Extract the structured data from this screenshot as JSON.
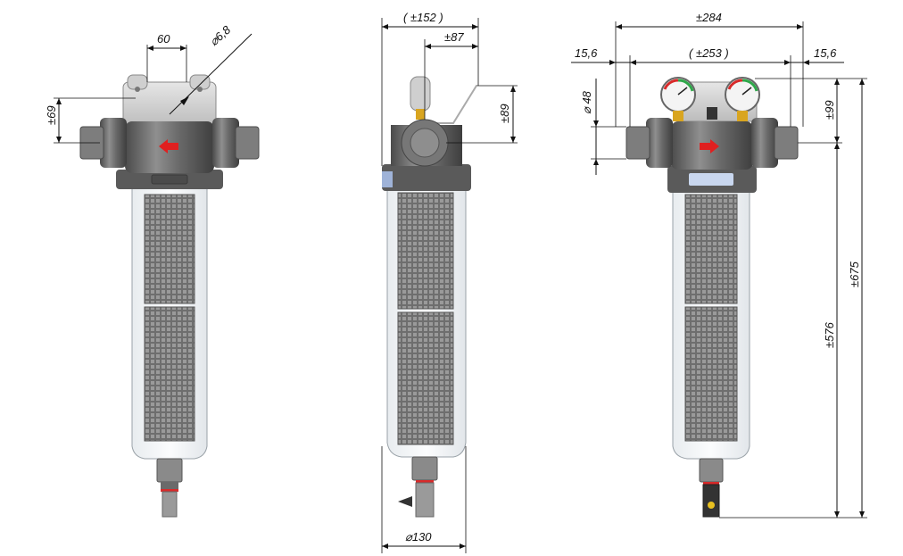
{
  "diagram": {
    "views": [
      {
        "id": "front-view",
        "dimensions": {
          "bracket_width": "60",
          "hole_diameter": "⌀6,8",
          "mount_height": "±69"
        }
      },
      {
        "id": "side-view",
        "dimensions": {
          "overall_depth": "( ±152 )",
          "bracket_depth": "±87",
          "bracket_height": "±89",
          "bowl_diameter": "⌀130"
        }
      },
      {
        "id": "gauge-view",
        "dimensions": {
          "overall_width": "±284",
          "thread_length_left": "15,6",
          "thread_length_right": "15,6",
          "port_spacing": "( ±253 )",
          "port_diameter": "⌀ 48",
          "port_height": "±99",
          "height_below_port": "±576",
          "overall_height": "±675"
        }
      }
    ],
    "colors": {
      "body_dark": "#5e5e5e",
      "body_mid": "#8a8a8a",
      "body_light": "#bdbdbd",
      "bracket": "#d8d8d8",
      "flow_arrow": "#e02020",
      "label_blue": "#c9d7ef",
      "gauge_green": "#2fa84a",
      "gauge_red": "#d82a2a"
    }
  }
}
